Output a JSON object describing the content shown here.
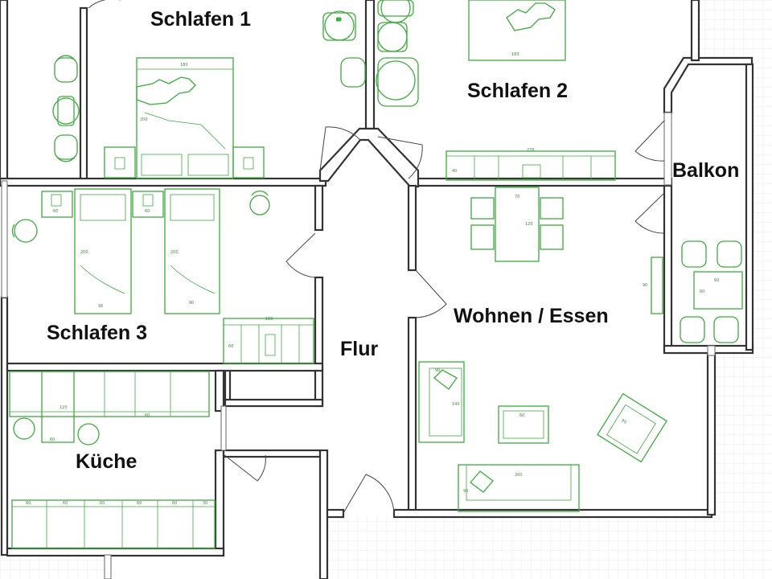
{
  "rooms": {
    "schlafen1": "Schlafen 1",
    "schlafen2": "Schlafen 2",
    "schlafen3": "Schlafen 3",
    "balkon": "Balkon",
    "wohnen": "Wohnen / Essen",
    "flur": "Flur",
    "kueche": "Küche"
  },
  "dimensions": {
    "bed1_width": "180",
    "bed1_length": "200",
    "bed2_width": "160",
    "sideboard_s2": "276",
    "sideboard_s2_depth": "40",
    "dining_width": "70",
    "dining_length": "120",
    "twin_bed_length": "200",
    "twin_bed_width": "90",
    "nightstand": "60",
    "wardrobe_s3": "180",
    "wardrobe_s3_depth": "60",
    "kitchen_upper": "120",
    "kitchen_unit": "60",
    "sofa_small": "140",
    "sofa_small_depth": "90",
    "coffee_table": "60",
    "sofa_large": "200",
    "sofa_large_depth": "90",
    "armchair": "90",
    "balcony_table": "60",
    "tv_board": "90",
    "round_table": "60",
    "counter_60": "60",
    "counter_30": "30"
  },
  "colors": {
    "walls": "#333333",
    "furniture": "#3daa3d",
    "grid": "#dde3ea",
    "background": "#ffffff"
  }
}
